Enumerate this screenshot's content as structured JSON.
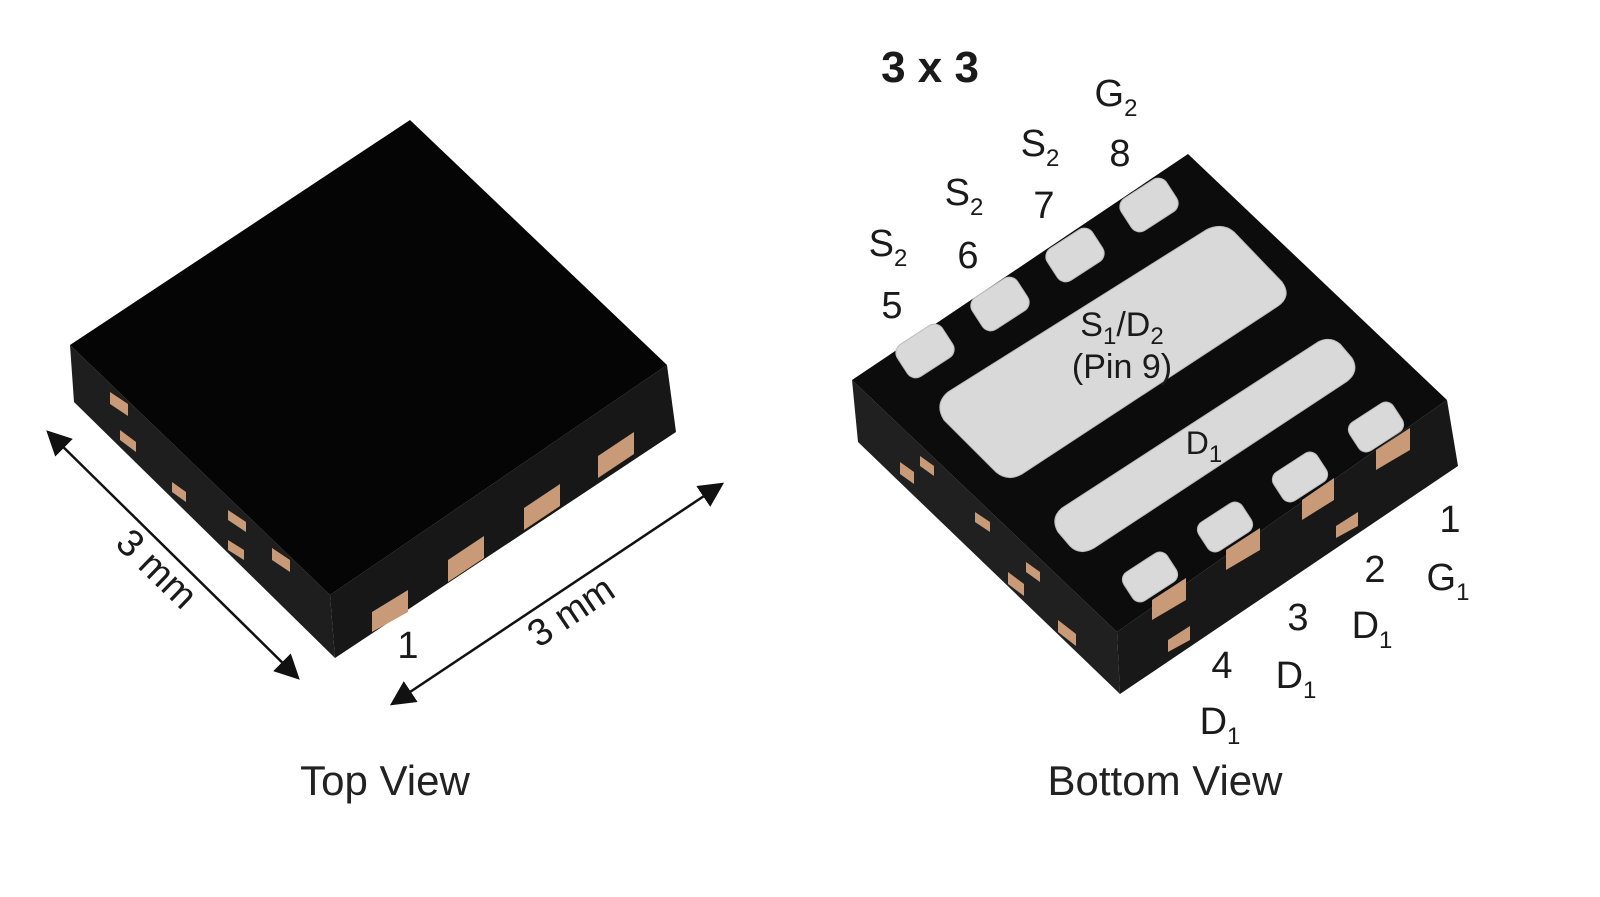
{
  "title": "3 x 3",
  "top_view": {
    "label": "Top View",
    "dimension_left": "3 mm",
    "dimension_right": "3 mm",
    "pin1_marker": "1"
  },
  "bottom_view": {
    "label": "Bottom View",
    "pins": [
      {
        "num": "1",
        "name": "G",
        "sub": "1"
      },
      {
        "num": "2",
        "name": "D",
        "sub": "1"
      },
      {
        "num": "3",
        "name": "D",
        "sub": "1"
      },
      {
        "num": "4",
        "name": "D",
        "sub": "1"
      },
      {
        "num": "5",
        "name": "S",
        "sub": "2"
      },
      {
        "num": "6",
        "name": "S",
        "sub": "2"
      },
      {
        "num": "7",
        "name": "S",
        "sub": "2"
      },
      {
        "num": "8",
        "name": "G",
        "sub": "2"
      }
    ],
    "pad9": {
      "name1": "S",
      "sub1": "1",
      "sep": "/D",
      "sub2": "2",
      "note": "(Pin 9)"
    },
    "pad_d1": {
      "name": "D",
      "sub": "1"
    }
  },
  "colors": {
    "package": "#0a0a0a",
    "side": "#1f1f1f",
    "pad": "#d9d9d9",
    "copper": "#c99a78"
  }
}
